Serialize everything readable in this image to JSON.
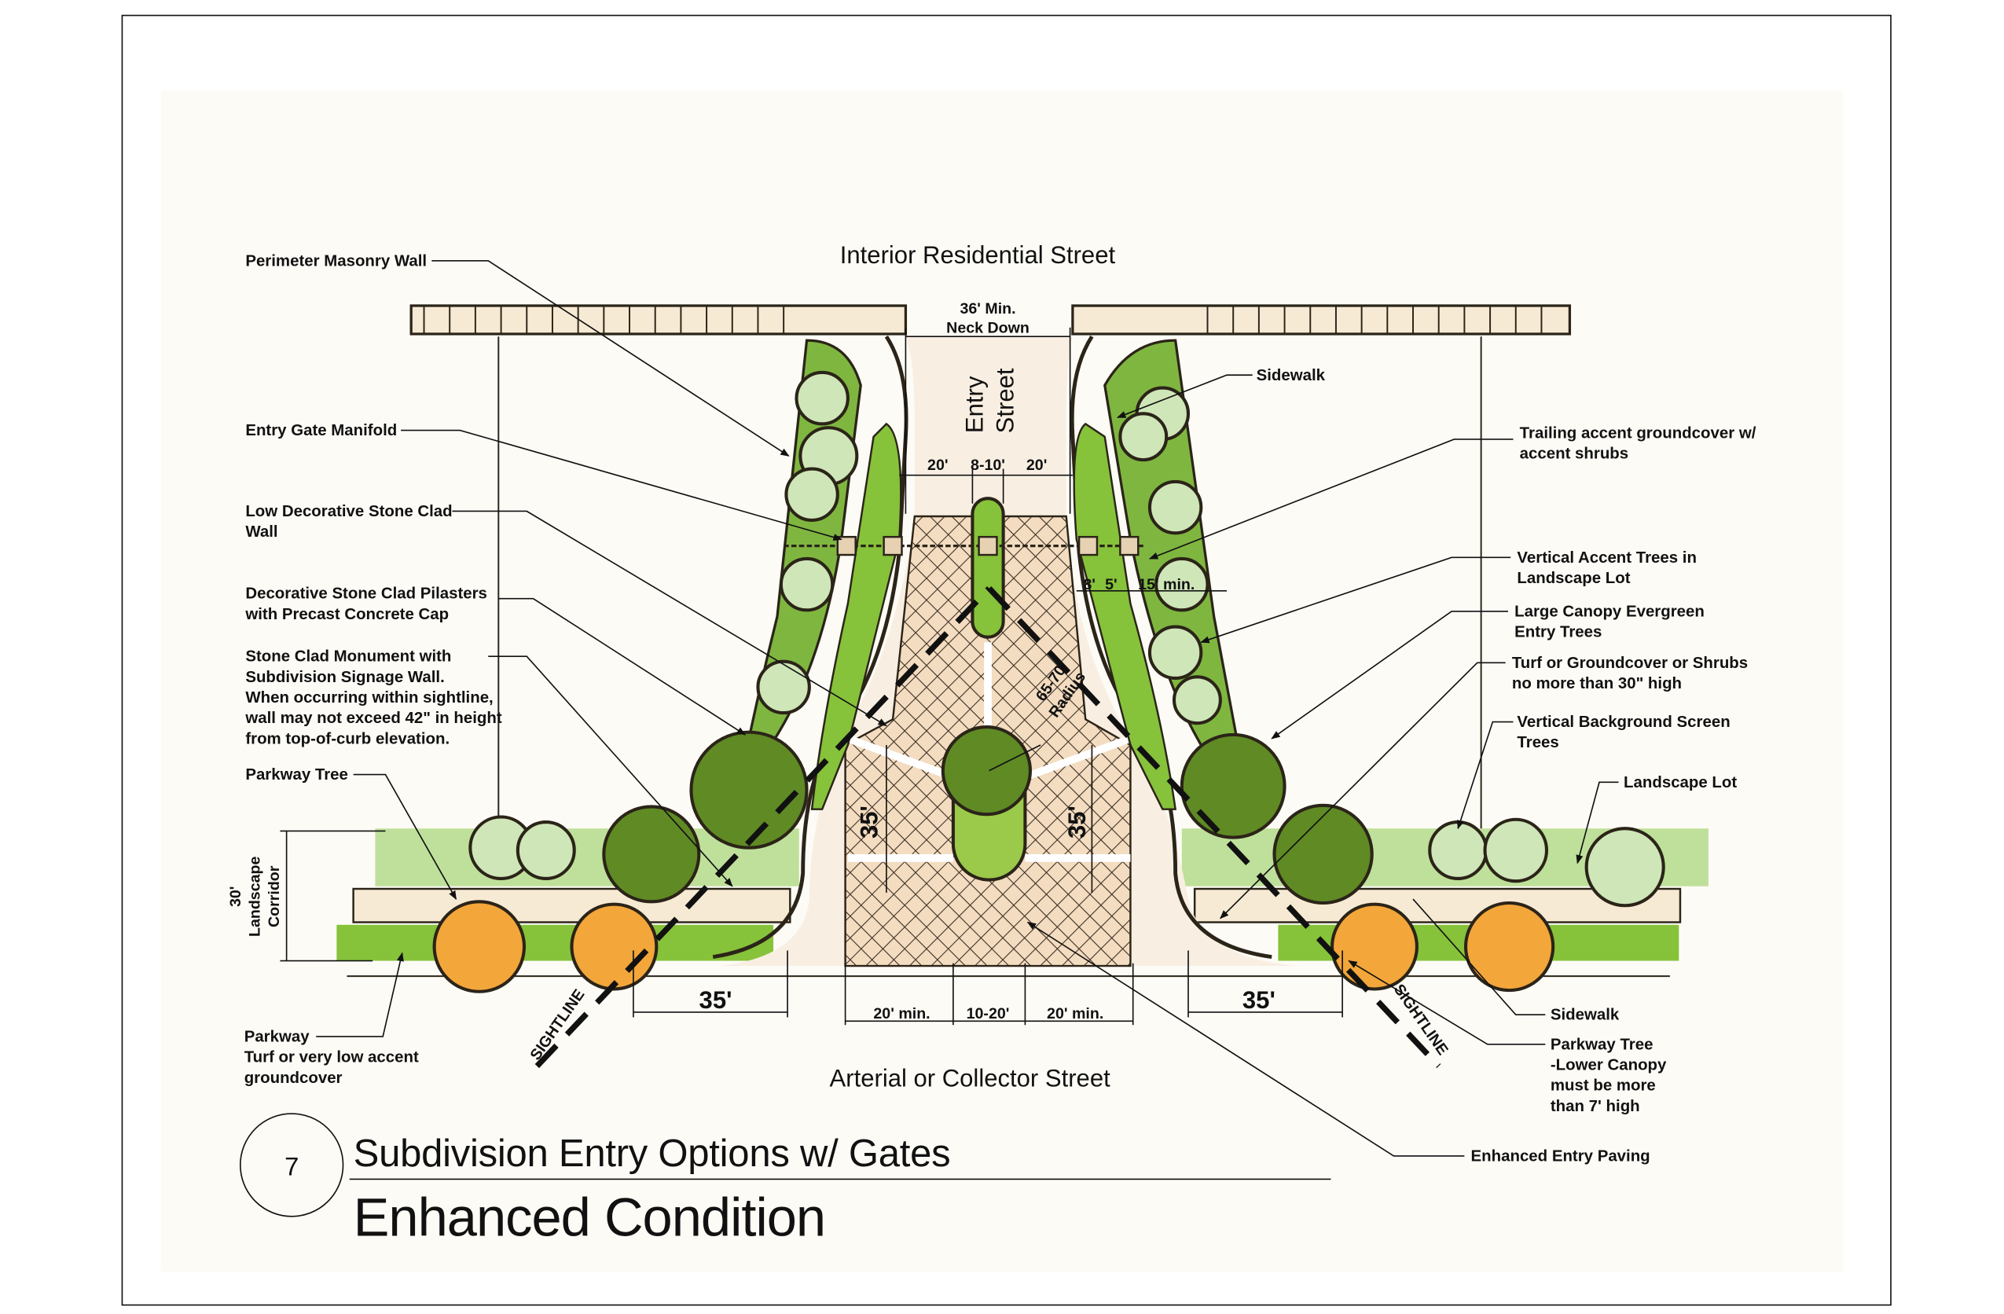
{
  "drawing_number": "7",
  "title": "Subdivision Entry Options w/ Gates",
  "subtitle": "Enhanced Condition",
  "streets": {
    "top": "Interior Residential Street",
    "bottom": "Arterial or Collector Street",
    "entry": [
      "Entry",
      "Street"
    ]
  },
  "left_labels": {
    "perimeter_wall": [
      "Perimeter Masonry Wall"
    ],
    "gate_manifold": [
      "Entry Gate Manifold"
    ],
    "low_wall": [
      "Low Decorative Stone Clad",
      "Wall"
    ],
    "pilasters": [
      "Decorative Stone Clad Pilasters",
      "with Precast Concrete Cap"
    ],
    "monument": [
      "Stone Clad Monument with",
      "Subdivision Signage Wall.",
      "When occurring within sightline,",
      "wall may not exceed 42\" in height",
      "from top-of-curb elevation."
    ],
    "parkway_tree": [
      "Parkway Tree"
    ],
    "parkway": [
      "Parkway",
      "Turf or very low accent",
      "groundcover"
    ]
  },
  "right_labels": {
    "sidewalk_top": [
      "Sidewalk"
    ],
    "trailing": [
      "Trailing accent groundcover w/",
      "accent shrubs"
    ],
    "vertical_accent": [
      "Vertical Accent Trees in",
      "Landscape Lot"
    ],
    "large_canopy": [
      "Large Canopy Evergreen",
      "Entry Trees"
    ],
    "turf_30": [
      "Turf or Groundcover or Shrubs",
      "no more than 30\" high"
    ],
    "screen_trees": [
      "Vertical Background Screen",
      "Trees"
    ],
    "landscape_lot": [
      "Landscape Lot"
    ],
    "sidewalk_bottom": [
      "Sidewalk"
    ],
    "parkway_tree": [
      "Parkway Tree",
      "-Lower Canopy",
      "must be more",
      "than 7' high"
    ],
    "entry_paving": [
      "Enhanced Entry Paving"
    ]
  },
  "dimensions": {
    "neck_down": [
      "36' Min.",
      "Neck Down"
    ],
    "lane_left": "20'",
    "median": "8-10'",
    "lane_right": "20'",
    "d8": "8'",
    "d5": "5'",
    "d15": "15' min.",
    "radius": [
      "65-70'",
      "Radius"
    ],
    "vert_left": "35'",
    "vert_right": "35'",
    "sight_left": "35'",
    "sight_right": "35'",
    "bottom_left": "20' min.",
    "bottom_mid": "10-20'",
    "bottom_right": "20' min.",
    "corridor": [
      "30'",
      "Landscape",
      "Corridor"
    ],
    "sightline": "SIGHTLINE"
  },
  "colors": {
    "paving": "#f5e3cc",
    "grass": "#86c23a",
    "dark_green": "#4f7a1e",
    "light_green": "#cfe6b8",
    "orange": "#f3a63a",
    "ink": "#2b2418"
  }
}
